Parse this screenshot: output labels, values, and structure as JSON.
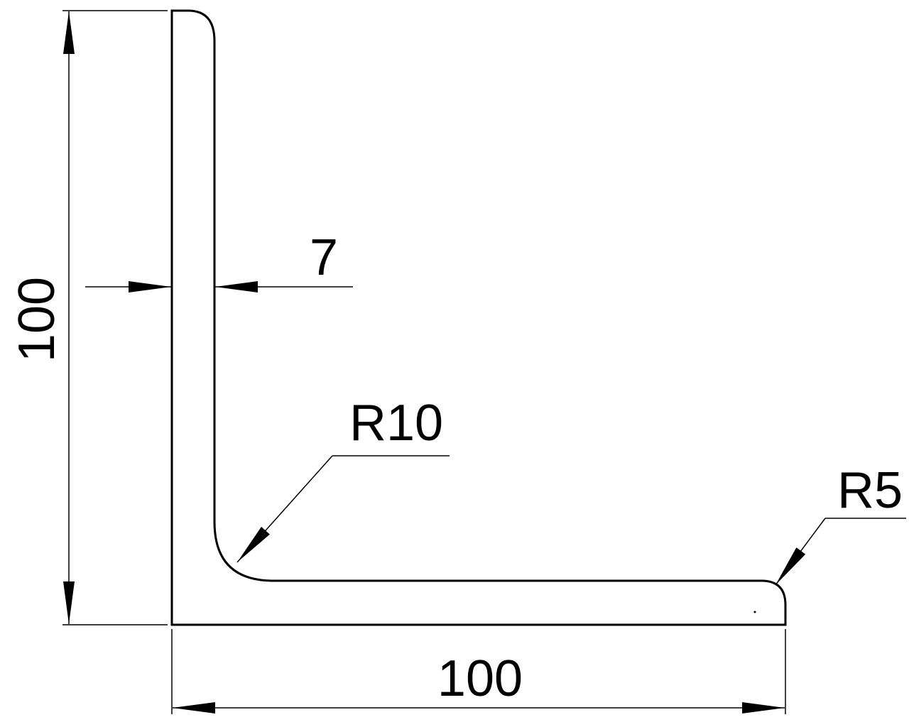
{
  "drawing": {
    "title": "Equal angle L-profile cross-section",
    "dimensions": {
      "height": "100",
      "width": "100",
      "thickness": "7",
      "root_radius": "R10",
      "toe_radius": "R5"
    },
    "colors": {
      "line": "#000000",
      "background": "#ffffff"
    }
  }
}
